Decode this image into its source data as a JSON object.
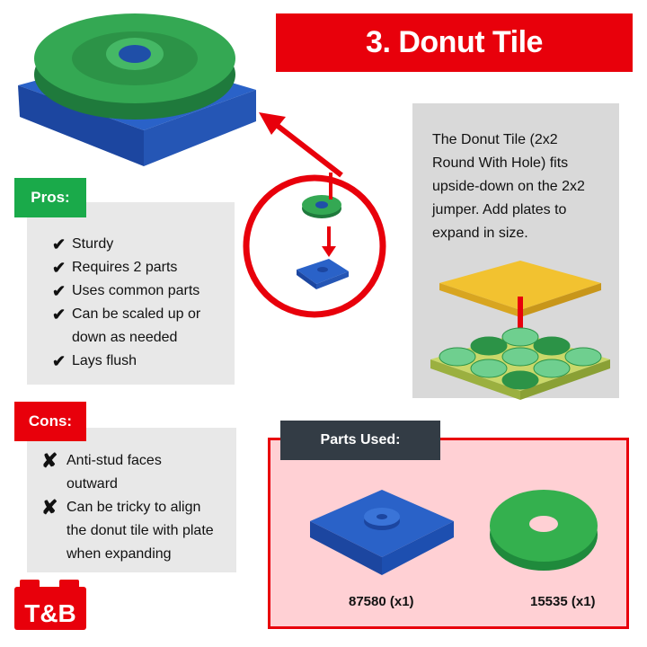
{
  "title": "3. Donut Tile",
  "pros": {
    "label": "Pros:",
    "items": [
      "Sturdy",
      "Requires 2 parts",
      "Uses common parts",
      "Can be scaled up or down as needed",
      "Lays flush"
    ]
  },
  "cons": {
    "label": "Cons:",
    "items": [
      "Anti-stud faces outward",
      "Can be tricky to align the donut tile with plate when expanding"
    ]
  },
  "description": "The Donut Tile (2x2 Round With Hole) fits upside-down on the 2x2 jumper. Add plates to expand in size.",
  "parts_used": {
    "label": "Parts Used:",
    "parts": [
      {
        "id": "87580 (x1)"
      },
      {
        "id": "15535 (x1)"
      }
    ]
  },
  "logo": "T&B",
  "icons": {
    "check": "✔",
    "cross": "✘"
  }
}
